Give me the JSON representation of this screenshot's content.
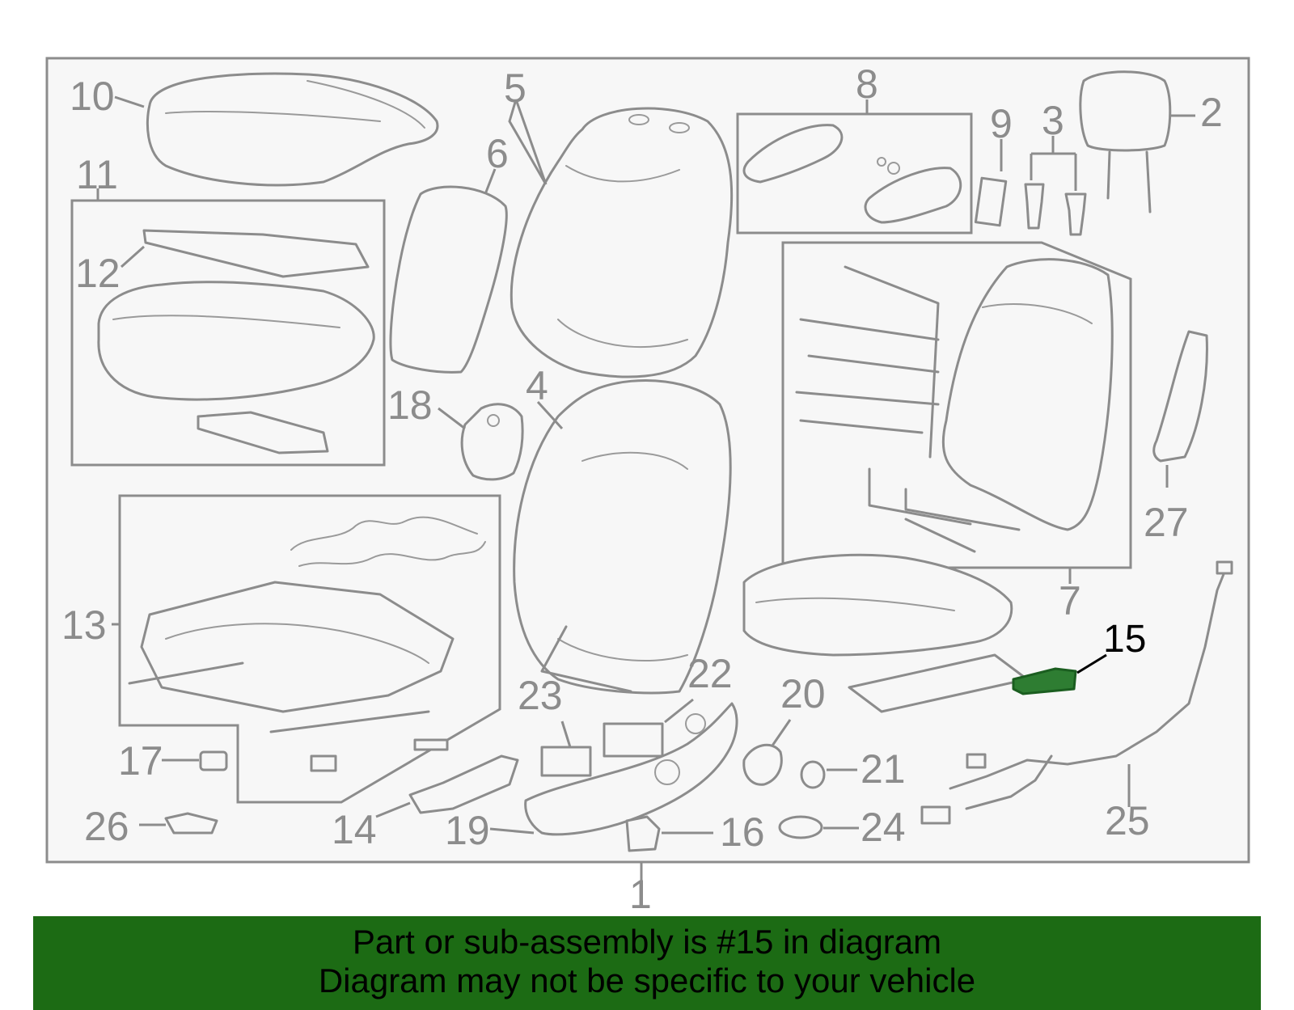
{
  "diagram": {
    "callouts": [
      "1",
      "2",
      "3",
      "4",
      "5",
      "6",
      "7",
      "8",
      "9",
      "10",
      "11",
      "12",
      "13",
      "14",
      "15",
      "16",
      "17",
      "18",
      "19",
      "20",
      "21",
      "22",
      "23",
      "24",
      "25",
      "26",
      "27"
    ],
    "highlighted_callout": "15",
    "highlight_color": "#2e7d32",
    "line_color": "#8c8c8c",
    "panel_color": "#f7f7f7"
  },
  "banner": {
    "line1": "Part or sub-assembly is #15 in diagram",
    "line2": "Diagram may not be specific to your vehicle",
    "background_color": "#1c6b14"
  }
}
